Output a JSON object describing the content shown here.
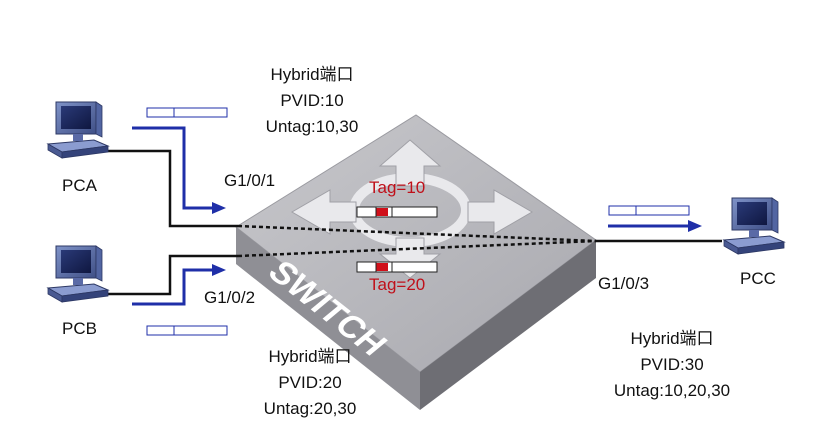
{
  "switch": {
    "label": "SWITCH",
    "tag_top": "Tag=10",
    "tag_bottom": "Tag=20"
  },
  "hosts": {
    "pca": "PCA",
    "pcb": "PCB",
    "pcc": "PCC"
  },
  "ports": {
    "g1": "G1/0/1",
    "g2": "G1/0/2",
    "g3": "G1/0/3"
  },
  "port_configs": {
    "g1": {
      "type": "Hybrid端口",
      "pvid": "PVID:10",
      "untag": "Untag:10,30"
    },
    "g2": {
      "type": "Hybrid端口",
      "pvid": "PVID:20",
      "untag": "Untag:20,30"
    },
    "g3": {
      "type": "Hybrid端口",
      "pvid": "PVID:30",
      "untag": "Untag:10,20,30"
    }
  },
  "colors": {
    "switch_top": "#b9b9bd",
    "switch_left": "#8e8e93",
    "switch_right": "#6f6f75",
    "link": "#111111",
    "arrow": "#1f2fa8",
    "tag_text": "#c0101a",
    "tag_mark": "#d0101a"
  }
}
